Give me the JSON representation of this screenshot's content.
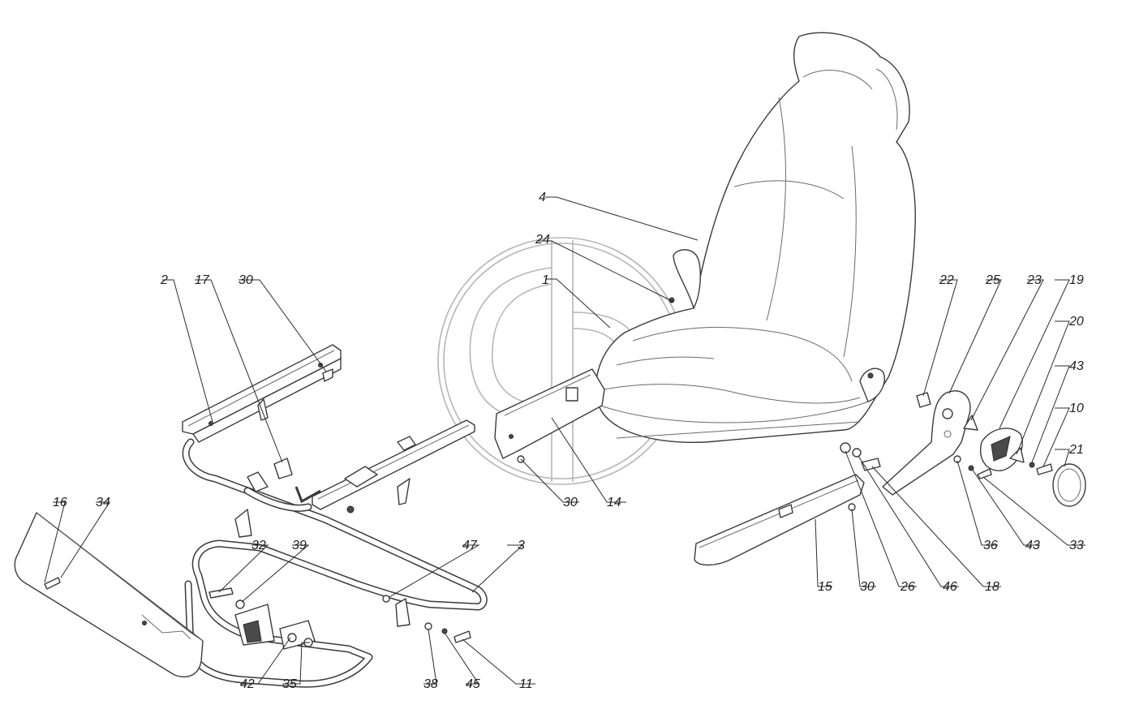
{
  "callouts": [
    {
      "id": "c4",
      "label": "4"
    },
    {
      "id": "c24",
      "label": "24"
    },
    {
      "id": "c1",
      "label": "1"
    },
    {
      "id": "c2",
      "label": "2"
    },
    {
      "id": "c17",
      "label": "17"
    },
    {
      "id": "c30a",
      "label": "30"
    },
    {
      "id": "c22",
      "label": "22"
    },
    {
      "id": "c25",
      "label": "25"
    },
    {
      "id": "c23",
      "label": "23"
    },
    {
      "id": "c19",
      "label": "19"
    },
    {
      "id": "c20",
      "label": "20"
    },
    {
      "id": "c43a",
      "label": "43"
    },
    {
      "id": "c10",
      "label": "10"
    },
    {
      "id": "c21",
      "label": "21"
    },
    {
      "id": "c16",
      "label": "16"
    },
    {
      "id": "c34",
      "label": "34"
    },
    {
      "id": "c32",
      "label": "32"
    },
    {
      "id": "c39",
      "label": "39"
    },
    {
      "id": "c47",
      "label": "47"
    },
    {
      "id": "c3",
      "label": "3"
    },
    {
      "id": "c30b",
      "label": "30"
    },
    {
      "id": "c14",
      "label": "14"
    },
    {
      "id": "c36",
      "label": "36"
    },
    {
      "id": "c43b",
      "label": "43"
    },
    {
      "id": "c33",
      "label": "33"
    },
    {
      "id": "c15",
      "label": "15"
    },
    {
      "id": "c30c",
      "label": "30"
    },
    {
      "id": "c26",
      "label": "26"
    },
    {
      "id": "c46",
      "label": "46"
    },
    {
      "id": "c18",
      "label": "18"
    },
    {
      "id": "c42",
      "label": "42"
    },
    {
      "id": "c35",
      "label": "35"
    },
    {
      "id": "c38",
      "label": "38"
    },
    {
      "id": "c45",
      "label": "45"
    },
    {
      "id": "c11",
      "label": "11"
    }
  ]
}
